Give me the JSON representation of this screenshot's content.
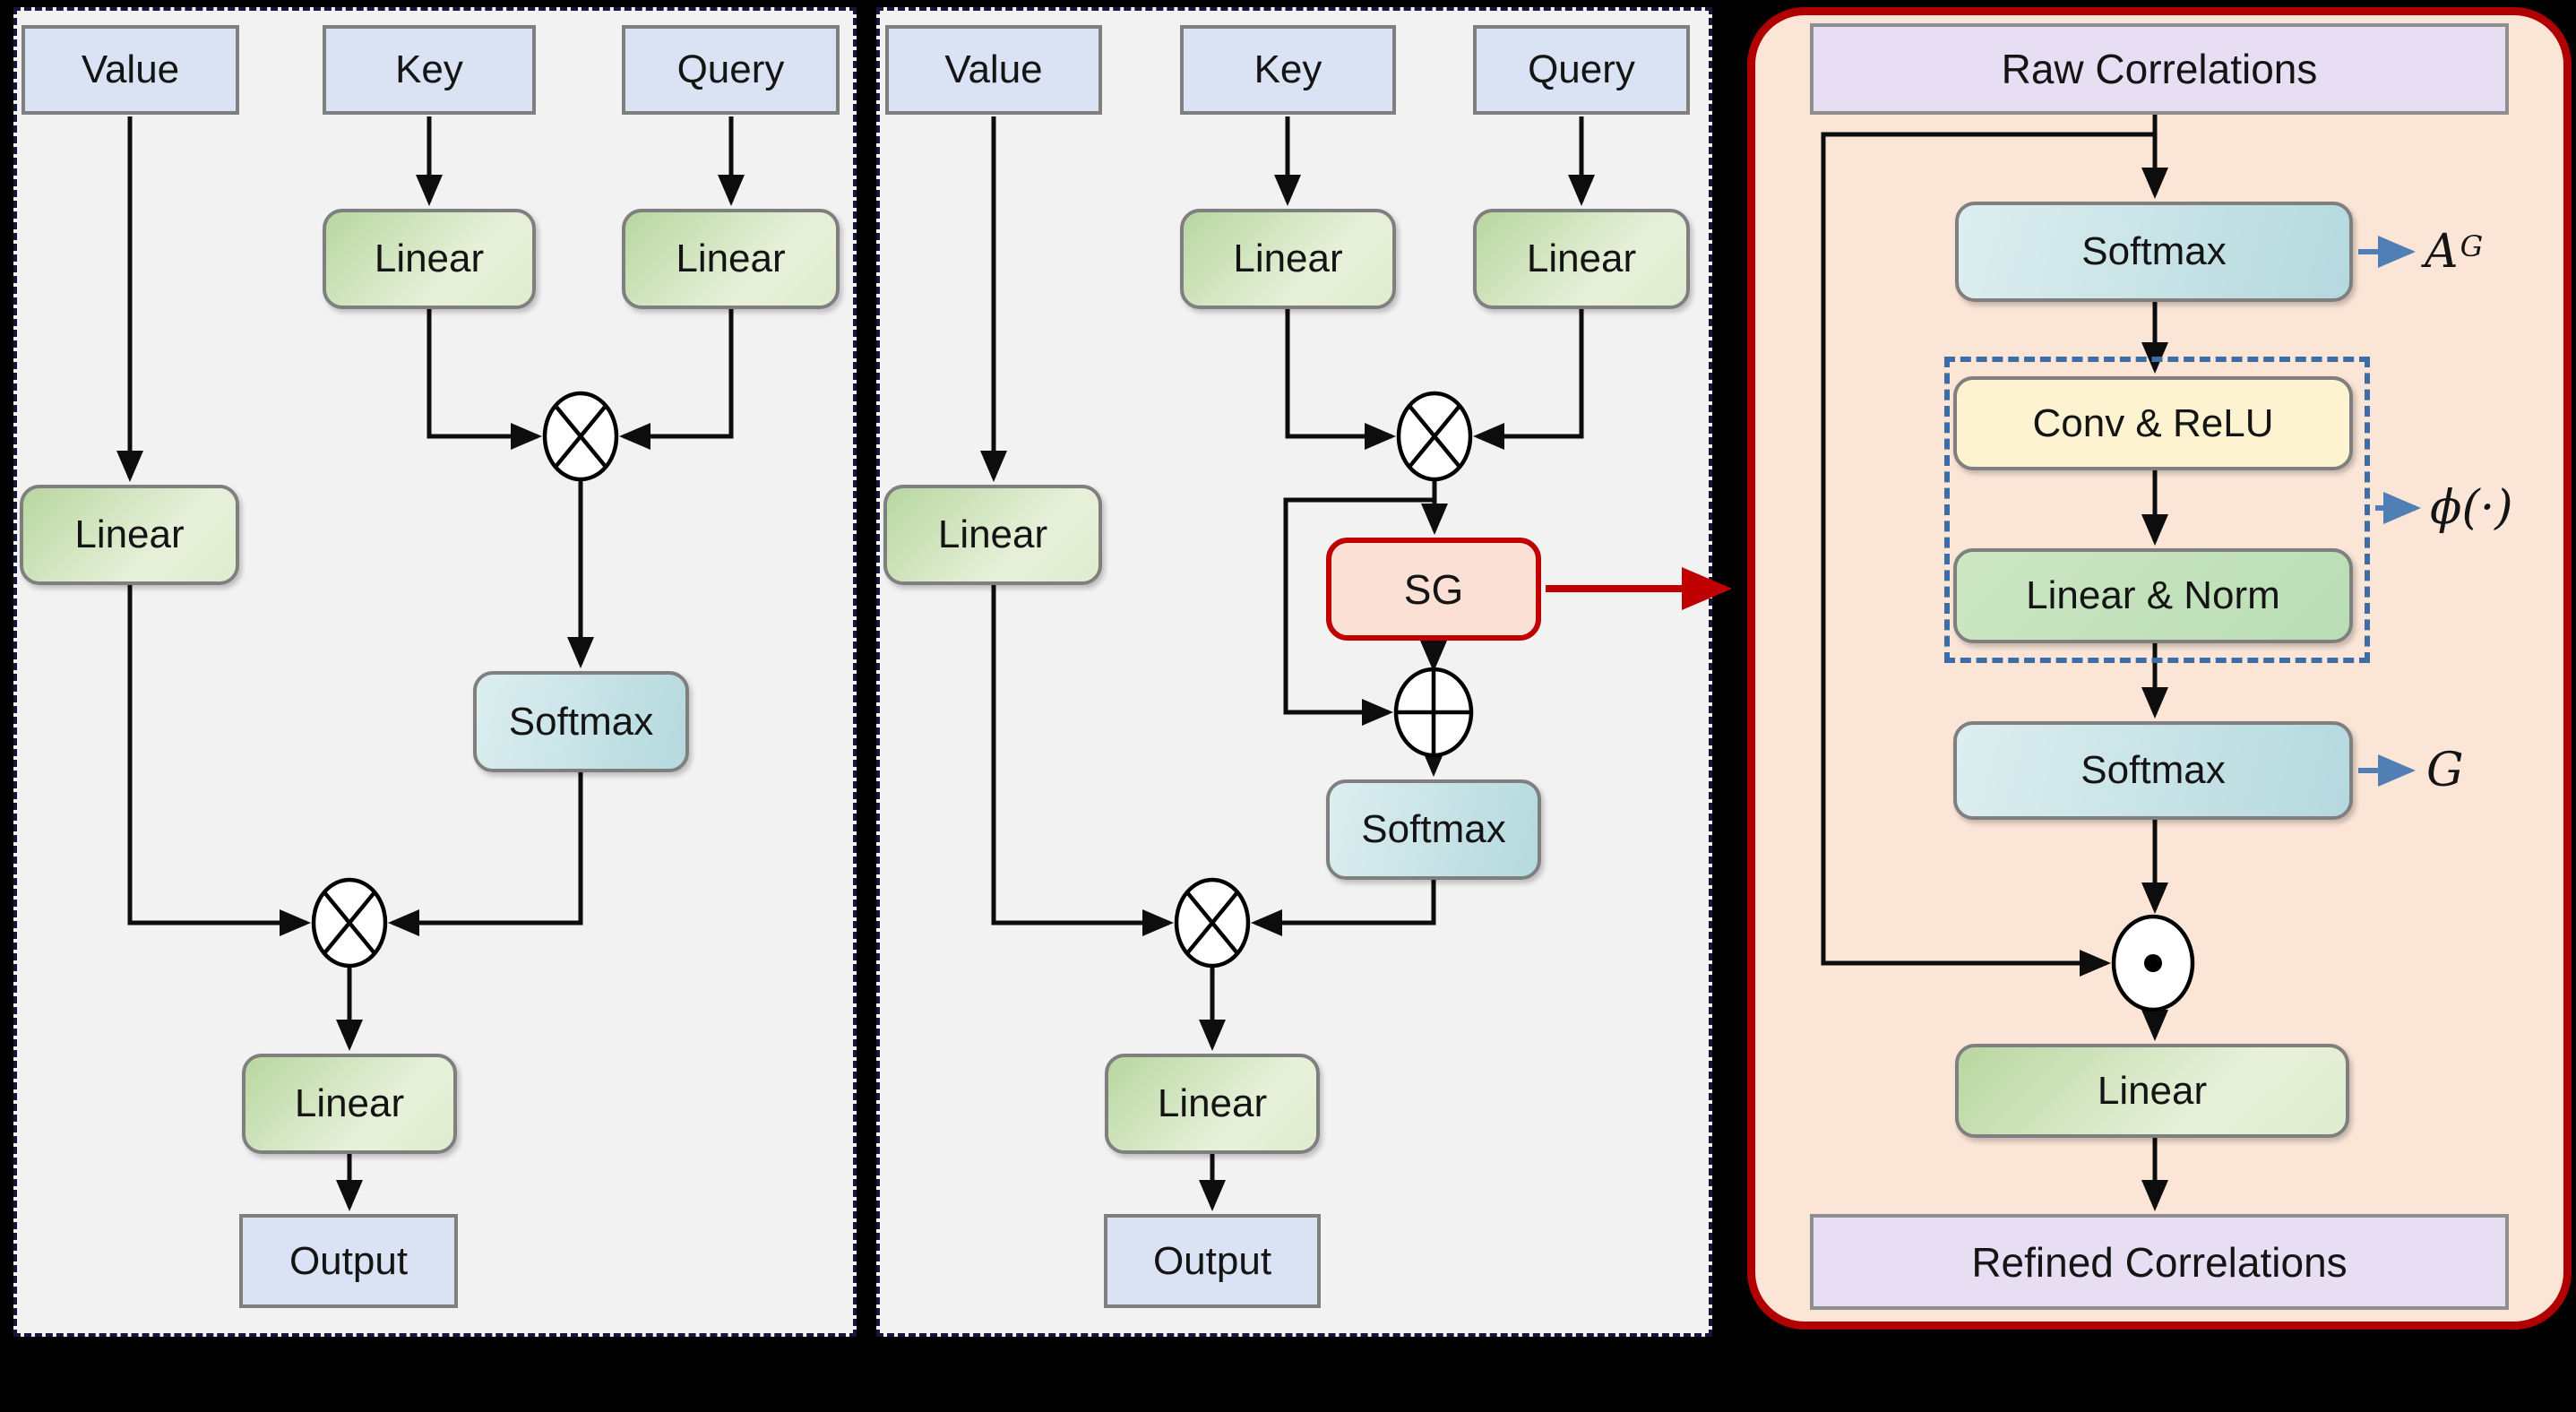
{
  "figure": {
    "panel_a": {
      "value": "Value",
      "key": "Key",
      "query": "Query",
      "linear_k": "Linear",
      "linear_q": "Linear",
      "linear_v": "Linear",
      "softmax": "Softmax",
      "linear_out": "Linear",
      "output": "Output"
    },
    "panel_b": {
      "value": "Value",
      "key": "Key",
      "query": "Query",
      "linear_k": "Linear",
      "linear_q": "Linear",
      "linear_v": "Linear",
      "sg": "SG",
      "softmax": "Softmax",
      "linear_out": "Linear",
      "output": "Output"
    },
    "panel_c": {
      "raw": "Raw Correlations",
      "softmax_top": "Softmax",
      "conv_relu": "Conv & ReLU",
      "linear_norm": "Linear & Norm",
      "softmax_bottom": "Softmax",
      "linear_out": "Linear",
      "refined": "Refined Correlations",
      "label_ag_base": "A",
      "label_ag_sup": "G",
      "label_phi": "ϕ(·)",
      "label_g": "G"
    },
    "colors": {
      "background": "#000000",
      "panel_bg": "#f2f2f2",
      "panel_border": "#16163c",
      "input_box_blue": "#dae3f3",
      "linear_green": "#cde3b8",
      "softmax_teal": "#c8e3e6",
      "conv_cream": "#fdf3d1",
      "linear_norm_green": "#c7e4bf",
      "correlations_lavender": "#e8def4",
      "sg_fill": "#fbe0d5",
      "sg_border": "#c00000",
      "module_panel_fill": "#fbe5d6",
      "module_panel_border": "#b00000",
      "arrow_black": "#0d0d0d",
      "arrow_red": "#c00000",
      "arrow_blue": "#4f7fb5",
      "dashed_box_blue": "#3e6ca5"
    }
  }
}
